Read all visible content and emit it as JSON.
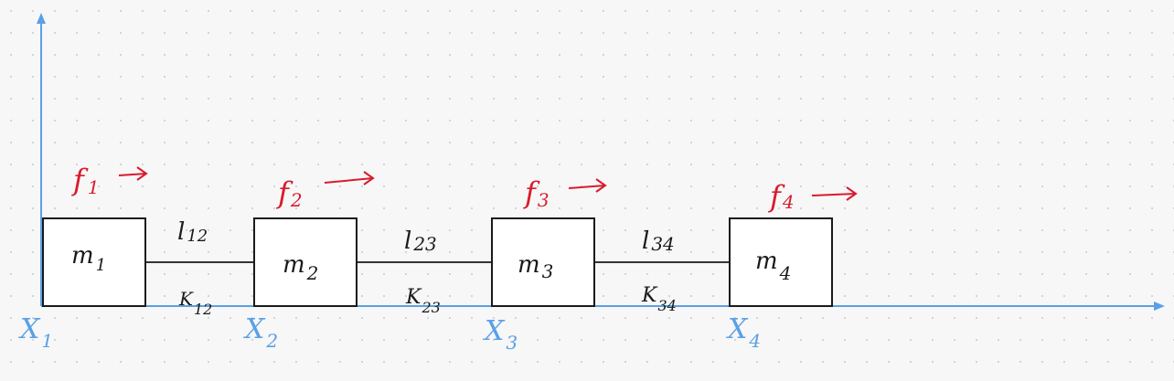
{
  "colors": {
    "background": "#f7f7f7",
    "grid_dot": "#c8c8c8",
    "axis": "#5aa0e6",
    "ink": "#1a1a1a",
    "force": "#d81b2c",
    "node_label": "#5aa0e6"
  },
  "masses": [
    {
      "label": "m",
      "sub": "1"
    },
    {
      "label": "m",
      "sub": "2"
    },
    {
      "label": "m",
      "sub": "3"
    },
    {
      "label": "m",
      "sub": "4"
    }
  ],
  "forces": [
    {
      "label": "f",
      "sub": "1"
    },
    {
      "label": "f",
      "sub": "2"
    },
    {
      "label": "f",
      "sub": "3"
    },
    {
      "label": "f",
      "sub": "4"
    }
  ],
  "positions": [
    {
      "label": "X",
      "sub": "1"
    },
    {
      "label": "X",
      "sub": "2"
    },
    {
      "label": "X",
      "sub": "3"
    },
    {
      "label": "X",
      "sub": "4"
    }
  ],
  "links": [
    {
      "length_label": "l",
      "length_sub": "12",
      "spring_label": "K",
      "spring_sub": "12"
    },
    {
      "length_label": "l",
      "length_sub": "23",
      "spring_label": "K",
      "spring_sub": "23"
    },
    {
      "length_label": "l",
      "length_sub": "34",
      "spring_label": "K",
      "spring_sub": "34"
    }
  ]
}
